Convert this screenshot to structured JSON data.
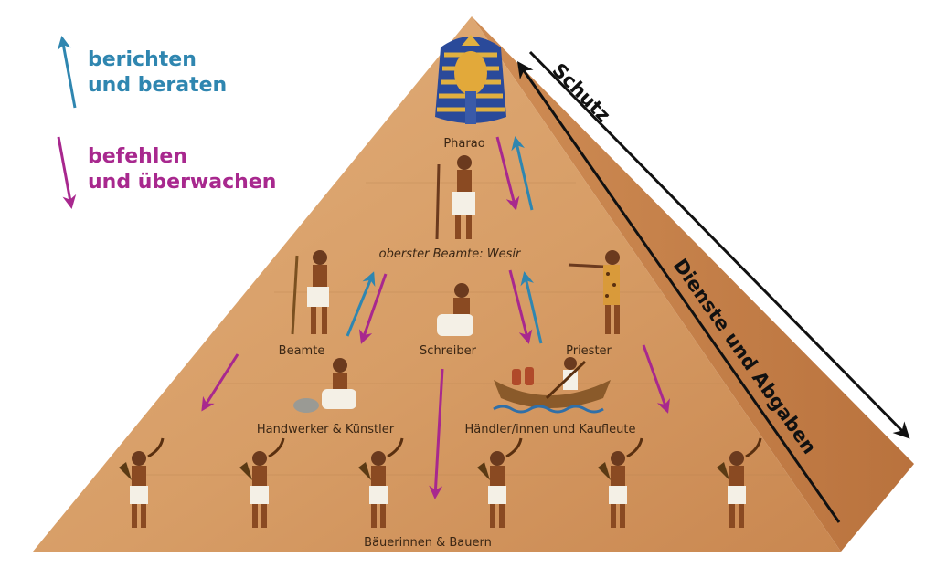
{
  "legend": {
    "up_line1": "berichten",
    "up_line2": "und beraten",
    "down_line1": "befehlen",
    "down_line2": "und überwachen",
    "up_color": "#2f86b0",
    "down_color": "#a8288e"
  },
  "levels": {
    "pharao": "Pharao",
    "wesir": "oberster Beamte: Wesir",
    "beamte": "Beamte",
    "schreiber": "Schreiber",
    "priester": "Priester",
    "handwerker": "Handwerker & Künstler",
    "haendler": "Händler/innen und Kaufleute",
    "bauern": "Bäuerinnen & Bauern"
  },
  "side_labels": {
    "schutz": "Schutz",
    "dienste": "Dienste und Abgaben"
  },
  "colors": {
    "pyramid_face": "#d9a06a",
    "pyramid_side": "#c8844c",
    "text": "#3a2614"
  },
  "icons": {
    "pharao": "pharaoh-mask-icon",
    "wesir": "vizier-figure-icon",
    "beamte": "official-figure-icon",
    "schreiber": "scribe-figure-icon",
    "priester": "priest-figure-icon",
    "handwerker": "craftsman-figure-icon",
    "haendler": "trader-boat-icon",
    "bauern": "farmer-figure-icon"
  }
}
